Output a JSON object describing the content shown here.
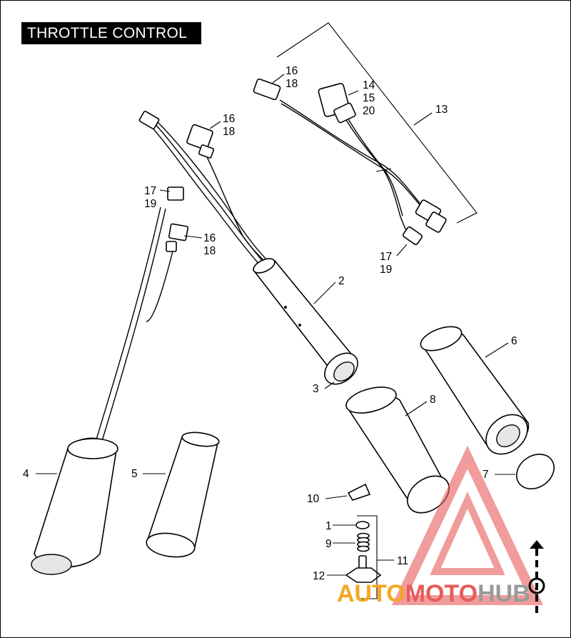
{
  "title": "THROTTLE CONTROL",
  "callouts": {
    "c13": "13",
    "c14": "14",
    "c15": "15",
    "c20": "20",
    "c16a": "16",
    "c18a": "18",
    "c16b": "16",
    "c18b": "18",
    "c16c": "16",
    "c18c": "18",
    "c17a": "17",
    "c19a": "19",
    "c17b": "17",
    "c19b": "19",
    "c2": "2",
    "c3": "3",
    "c4": "4",
    "c5": "5",
    "c6": "6",
    "c7": "7",
    "c8": "8",
    "c1": "1",
    "c9": "9",
    "c10": "10",
    "c11": "11",
    "c12": "12"
  },
  "watermark": {
    "auto": "AUTO",
    "moto": "MOTO",
    "hub": "HUB",
    "accent_color": "#f5a623",
    "triangle_color": "#e85a5a",
    "hub_color": "#9a9a9a"
  },
  "colors": {
    "ink": "#000000",
    "paper": "#ffffff"
  }
}
